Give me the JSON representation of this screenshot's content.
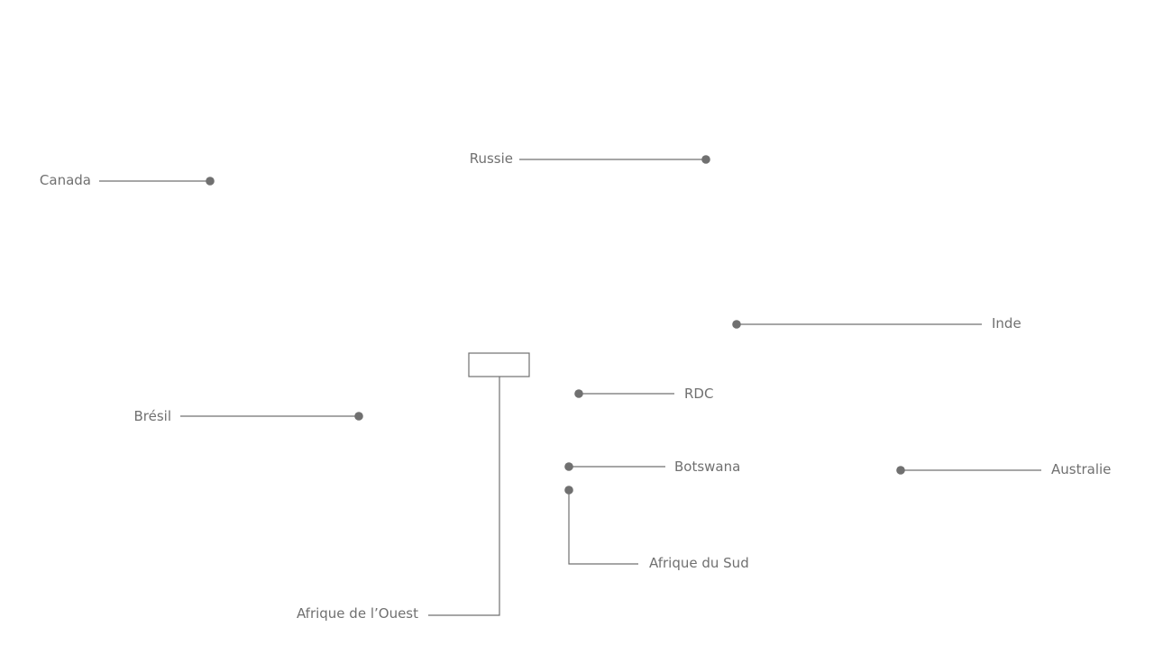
{
  "callouts": [
    {
      "id": "canada",
      "label": "Canada"
    },
    {
      "id": "russia",
      "label": "Russie"
    },
    {
      "id": "india",
      "label": "Inde"
    },
    {
      "id": "drc",
      "label": "RDC"
    },
    {
      "id": "brazil",
      "label": "Brésil"
    },
    {
      "id": "botswana",
      "label": "Botswana"
    },
    {
      "id": "australia",
      "label": "Australie"
    },
    {
      "id": "south-africa",
      "label": "Afrique du Sud"
    },
    {
      "id": "west-africa",
      "label": "Afrique de l’Ouest"
    }
  ],
  "colors": {
    "line": "#707070",
    "text": "#707070",
    "background": "#ffffff"
  }
}
